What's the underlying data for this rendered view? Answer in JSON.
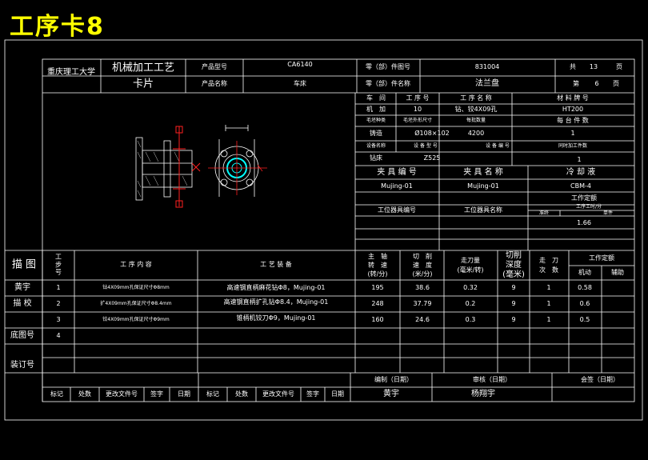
{
  "page_title": "工序卡8",
  "header": {
    "school": "重庆理工大学",
    "card_title_line1": "机械加工工艺",
    "card_title_line2": "卡片",
    "product_model_label": "产品型号",
    "product_model": "CA6140",
    "product_name_label": "产品名称",
    "product_name": "车床",
    "part_number_label": "零（部）件图号",
    "part_number": "831004",
    "part_name_label": "零（部）件名称",
    "part_name": "法兰盘",
    "total_label": "共",
    "total_pages": "13",
    "page_unit": "页",
    "sheet_label": "第",
    "sheet_no": "6",
    "sheet_unit": "页"
  },
  "info": {
    "workshop_label": "车　间",
    "op_no_label": "工 序 号",
    "op_name_label": "工 序 名 称",
    "material_label": "材 料 牌 号",
    "workshop": "机　加",
    "op_no": "10",
    "op_name": "钻、铰4X09孔",
    "material": "HT200",
    "blank_type_label": "毛坯种类",
    "blank_size_label": "毛坯外形尺寸",
    "blank_count_label": "每批数量",
    "parts_per_blank_label": "每 台 件 数",
    "blank_type": "铸造",
    "blank_size": "Ø108×102",
    "blank_count": "4200",
    "parts_per_blank": "1",
    "equip_name_label": "设备名称",
    "equip_model_label": "设 备 型 号",
    "equip_no_label": "设 备 编 号",
    "concurrent_label": "同时加工件数",
    "equip_name": "钻床",
    "equip_model": "Z525",
    "equip_no": "",
    "concurrent": "1",
    "fixture_no_label": "夹 具 编 号",
    "fixture_name_label": "夹 具 名 称",
    "coolant_label": "冷 却 液",
    "fixture_no": "Mujing-01",
    "fixture_name": "Mujing-01",
    "coolant": "CBM-4",
    "time_quota_label": "工作定额",
    "station_tool_no_label": "工位器具编号",
    "station_tool_name_label": "工位器具名称",
    "quota_sub1": "工序工时/分",
    "quota_sub2a": "准终",
    "quota_sub2b": "单件",
    "unit_time": "1.66"
  },
  "table": {
    "drawing_label": "描 图",
    "step_label": "工步号",
    "content_label": "工 序 内 容",
    "equipment_label": "工 艺 装 备",
    "spindle_label1": "主　轴",
    "spindle_label2": "转　速",
    "spindle_label3": "(转/分)",
    "cut_speed_label1": "切　削",
    "cut_speed_label2": "速　度",
    "cut_speed_label3": "(米/分)",
    "feed_label1": "走刀量",
    "feed_label2": "(毫米/转)",
    "depth_label1": "切削",
    "depth_label2": "深度",
    "depth_label3": "(毫米)",
    "passes_label1": "走　刀",
    "passes_label2": "次　数",
    "quota_label": "工作定额",
    "machine_label": "机动",
    "aux_label": "辅助",
    "rows": [
      {
        "side": "黄宇",
        "step": "1",
        "content": "钻4X09mm孔保证尺寸Φ8mm",
        "equip": "高速钢直柄麻花钻Φ8，Mujing-01",
        "speed": "195",
        "cut": "38.6",
        "feed": "0.32",
        "depth": "9",
        "passes": "1",
        "machine": "0.58",
        "aux": ""
      },
      {
        "side": "描 校",
        "step": "2",
        "content": "扩4X09mm孔保证尺寸Φ8.4mm",
        "equip": "高速钢直柄扩孔钻Φ8.4，Mujing-01",
        "speed": "248",
        "cut": "37.79",
        "feed": "0.2",
        "depth": "9",
        "passes": "1",
        "machine": "0.6",
        "aux": ""
      },
      {
        "side": "",
        "step": "3",
        "content": "铰4X09mm孔保证尺寸Φ9mm",
        "equip": "锥柄机铰刀Φ9，Mujing-01",
        "speed": "160",
        "cut": "24.6",
        "feed": "0.3",
        "depth": "9",
        "passes": "1",
        "machine": "0.5",
        "aux": ""
      },
      {
        "side": "底图号",
        "step": "4",
        "content": "",
        "equip": "",
        "speed": "",
        "cut": "",
        "feed": "",
        "depth": "",
        "passes": "",
        "machine": "",
        "aux": ""
      }
    ],
    "binding_label": "装订号"
  },
  "footer": {
    "compile_label": "编制（日期）",
    "review_label": "审核（日期）",
    "sign_label": "会签（日期）",
    "mark": "标记",
    "count": "处数",
    "change_doc": "更改文件号",
    "sign": "签字",
    "date": "日期",
    "compiler": "黄宇",
    "reviewer": "杨翔宇"
  },
  "colors": {
    "background": "#000000",
    "lines": "#ffffff",
    "title": "#ffff00",
    "drawing_red": "#ff2020",
    "drawing_cyan": "#00ffff"
  }
}
